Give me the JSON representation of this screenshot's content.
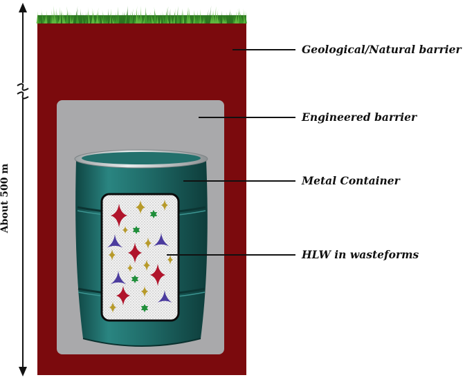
{
  "depth_label": "About 500 m",
  "labels": {
    "geological": "Geological/Natural barrier",
    "engineered": "Engineered barrier",
    "container": "Metal Container",
    "hlw": "HLW in wasteforms"
  },
  "icons": {
    "grass": "grass-icon",
    "barrel": "barrel-icon",
    "star": "star-icon",
    "trident": "trident-icon"
  },
  "colors": {
    "rock": "#7b0a0d",
    "grass": "#3f9a2c",
    "engineered": "#a9a9ab",
    "barrel": "#1f6b68",
    "barrel_dark": "#124644",
    "rim": "#cfd3d4",
    "star_red": "#b0142b",
    "star_gold": "#b79a2a",
    "star_purple": "#4b3b9e",
    "star_green": "#1f8e3a"
  }
}
